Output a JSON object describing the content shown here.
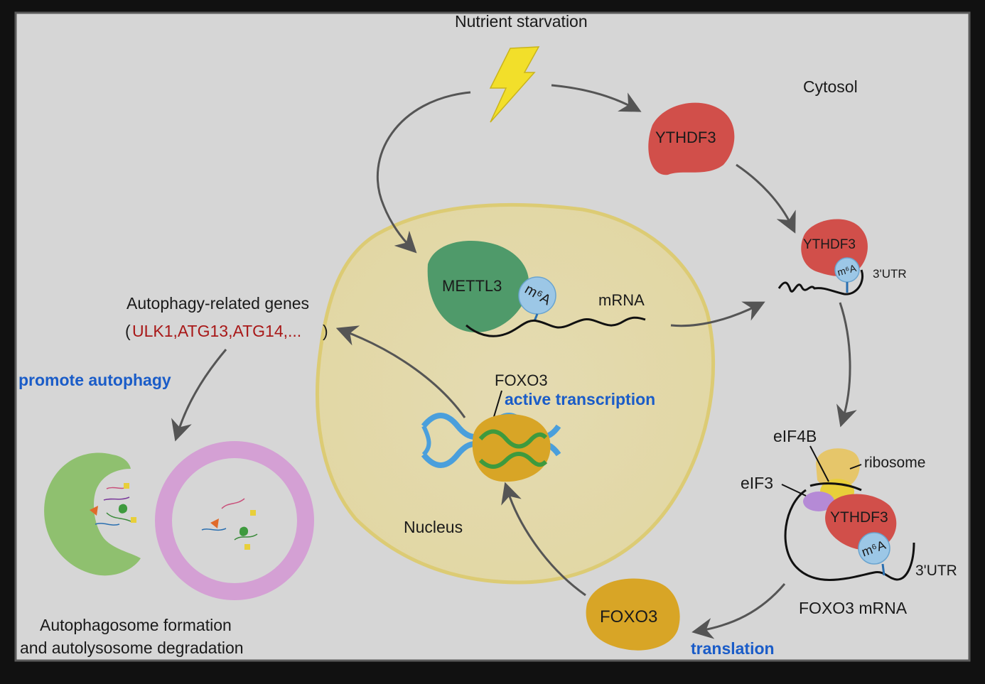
{
  "labels": {
    "nutrient_starvation": "Nutrient starvation",
    "cytosol": "Cytosol",
    "ythdf3": "YTHDF3",
    "mettl3": "METTL3",
    "m6a": "m⁶A",
    "mrna": "mRNA",
    "utr": "3'UTR",
    "autophagy_genes": "Autophagy-related genes",
    "gene_open": "(",
    "gene_list": "ULK1,ATG13,ATG14,...",
    "gene_close": ")",
    "promote_autophagy": "promote autophagy",
    "foxo3": "FOXO3",
    "active_transcription": "active transcription",
    "nucleus": "Nucleus",
    "eif4b": "eIF4B",
    "ribosome": "ribosome",
    "eif3": "eIF3",
    "foxo3_mrna": "FOXO3 mRNA",
    "translation": "translation",
    "autophagosome_line1": "Autophagosome formation",
    "autophagosome_line2": "and autolysosome degradation"
  },
  "colors": {
    "background": "#d6d6d6",
    "nucleus_fill": "#e6dcae",
    "nucleus_stroke": "#dccb74",
    "ythdf3": "#d14f4a",
    "mettl3": "#4f9a6a",
    "m6a": "#9cc7e6",
    "foxo3": "#d8a526",
    "dna": "#4a9fdc",
    "dna_inner": "#3e9a3e",
    "bolt": "#f2df2a",
    "autophagosome": "#8fc06f",
    "autolysosome": "#d4a0d4",
    "eif4b": "#e6c66a",
    "eif3": "#b58ad6",
    "blue_text": "#1a5cc8",
    "red_text": "#a81818"
  }
}
